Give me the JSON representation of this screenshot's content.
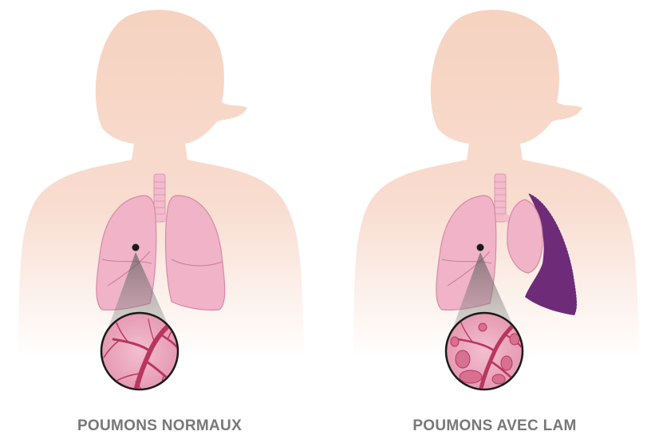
{
  "panels": [
    {
      "caption": "POUMONS NORMAUX",
      "condition": "normal"
    },
    {
      "caption": "POUMONS AVEC LAM",
      "condition": "lam"
    }
  ],
  "colors": {
    "skin": "#f6d2c0",
    "skin_fade": "#ffffff",
    "lung": "#f0b3c8",
    "lung_edge": "#d68aa4",
    "lobe_line": "#c77d98",
    "trachea": "#f2bccd",
    "collapsed_lung": "#6d2b78",
    "zoom_cone": "#666666",
    "magnifier_fill": "#eeb0c4",
    "vessels": "#b8365f",
    "marker": "#1a1a1a",
    "caption_text": "#777777"
  }
}
